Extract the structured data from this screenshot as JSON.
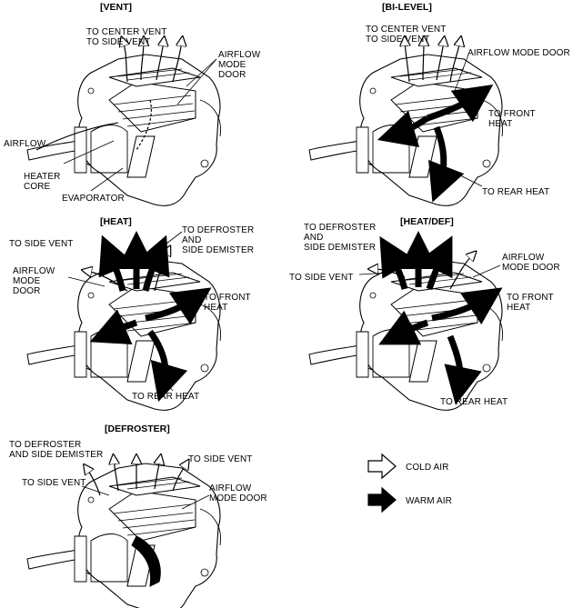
{
  "panels": {
    "vent": {
      "title": "[VENT]",
      "to_center_vent": "TO CENTER VENT",
      "to_side_vent": "TO SIDE VENT",
      "airflow_mode_door": "AIRFLOW\nMODE\nDOOR",
      "airflow": "AIRFLOW",
      "heater_core": "HEATER\nCORE",
      "evaporator": "EVAPORATOR"
    },
    "bilevel": {
      "title": "[BI-LEVEL]",
      "to_center_vent": "TO CENTER VENT",
      "to_side_vent": "TO SIDE VENT",
      "airflow_mode_door": "AIRFLOW MODE DOOR",
      "to_front_heat": "TO FRONT\nHEAT",
      "to_rear_heat": "TO REAR HEAT"
    },
    "heat": {
      "title": "[HEAT]",
      "to_side_vent": "TO SIDE VENT",
      "to_defroster": "TO DEFROSTER\nAND\nSIDE DEMISTER",
      "airflow_mode_door": "AIRFLOW\nMODE\nDOOR",
      "to_front_heat": "TO FRONT\nHEAT",
      "to_rear_heat": "TO REAR HEAT"
    },
    "heatdef": {
      "title": "[HEAT/DEF]",
      "to_defroster": "TO DEFROSTER\nAND\nSIDE DEMISTER",
      "to_side_vent": "TO SIDE VENT",
      "airflow_mode_door": "AIRFLOW\nMODE DOOR",
      "to_front_heat": "TO FRONT\nHEAT",
      "to_rear_heat": "TO REAR HEAT"
    },
    "defroster": {
      "title": "[DEFROSTER]",
      "to_defroster": "TO DEFROSTER\nAND SIDE DEMISTER",
      "to_side_vent_right": "TO SIDE VENT",
      "to_side_vent_left": "TO SIDE VENT",
      "airflow_mode_door": "AIRFLOW\nMODE DOOR"
    }
  },
  "legend": {
    "cold_air": "COLD AIR",
    "warm_air": "WARM AIR"
  }
}
